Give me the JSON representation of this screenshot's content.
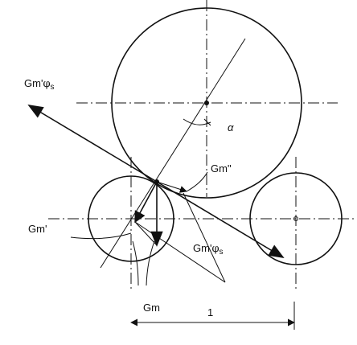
{
  "labels": {
    "force_left": "Gm'",
    "force_left_sub": "φ",
    "force_left_subscript": "s",
    "force_normal": "Gm\"",
    "force_right": "Gm'",
    "force_right_sub": "φ",
    "force_right_subscript": "s",
    "force_side": "Gm'",
    "force_weight": "Gm",
    "angle": "α",
    "dimension": "1"
  }
}
